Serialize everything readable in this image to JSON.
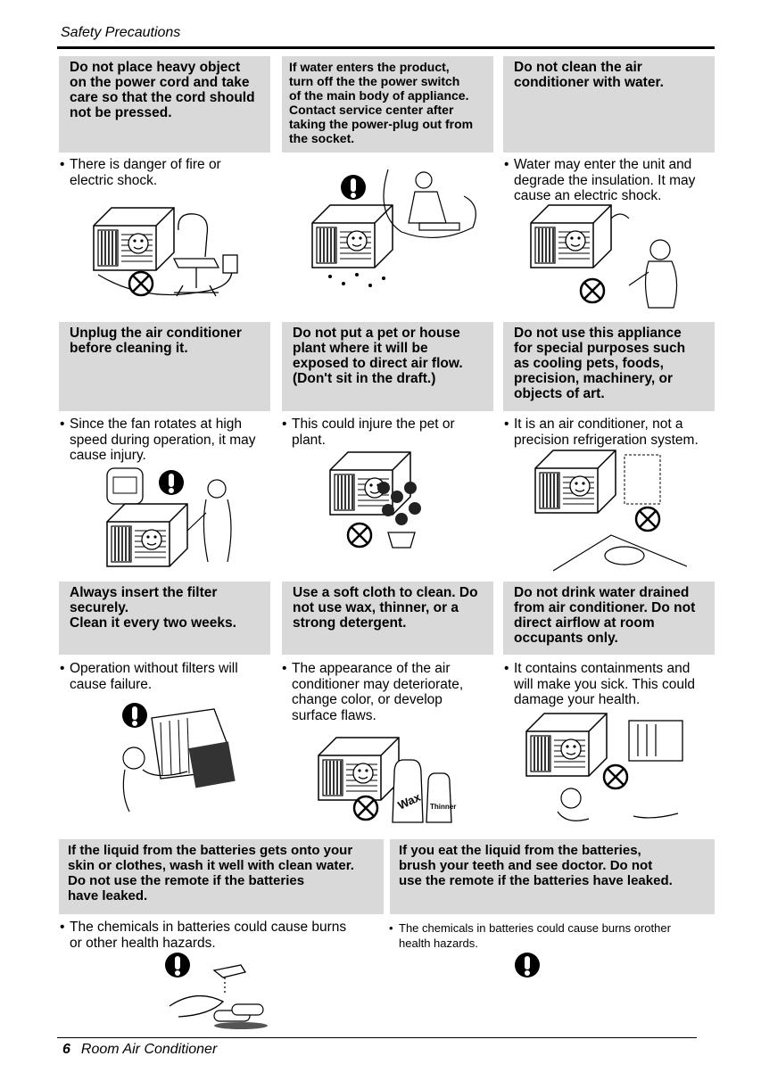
{
  "header": {
    "title": "Safety Precautions"
  },
  "rows": [
    {
      "cells": [
        {
          "warning": "Do not place heavy object\non the power cord and take\ncare so that the cord should\nnot be pressed.",
          "note": "There is danger of fire or\nelectric shock."
        },
        {
          "warning": "If water enters the product,\nturn off the the power switch\nof the main body of appliance.\nContact service center after\ntaking the power-plug out from\nthe socket.",
          "note": ""
        },
        {
          "warning": "Do not clean the air\nconditioner with water.",
          "note": "Water may enter the unit and\ndegrade the insulation. It may\ncause an electric shock."
        }
      ]
    },
    {
      "cells": [
        {
          "warning": "Unplug the air conditioner\nbefore cleaning it.",
          "note": "Since the fan rotates at high\nspeed during operation, it may\ncause injury."
        },
        {
          "warning": "Do not put a pet or house\nplant where it will be\nexposed to direct air flow.\n(Don't sit in the draft.)",
          "note": "This could injure the pet or\nplant."
        },
        {
          "warning": "Do not use this appliance\nfor special purposes such\nas cooling pets, foods,\nprecision, machinery, or\nobjects of art.",
          "note": "It is an air conditioner, not a\nprecision refrigeration system."
        }
      ]
    },
    {
      "cells": [
        {
          "warning": "Always insert the filter\nsecurely.\nClean it every two weeks.",
          "note": "Operation without filters will\ncause failure."
        },
        {
          "warning": "Use a soft cloth to clean. Do\nnot use wax, thinner, or a\nstrong detergent.",
          "note": "The appearance of the air\nconditioner may deteriorate,\nchange color, or develop\nsurface flaws."
        },
        {
          "warning": "Do not drink water drained\nfrom air conditioner. Do not\ndirect airflow at room\noccupants only.",
          "note": "It contains containments and\nwill make you sick. This could\ndamage your health."
        }
      ]
    },
    {
      "cells": [
        {
          "warning": "If the liquid from the batteries gets onto your\nskin or clothes, wash it well with clean water.\nDo not use the remote if the batteries\nhave leaked.",
          "note": "The chemicals in batteries could cause burns\nor other health hazards."
        },
        {
          "warning": "If you eat the liquid from the batteries,\nbrush your teeth and see doctor. Do not\nuse the remote if the batteries have leaked.",
          "note": "The chemicals in batteries could cause burns orother\nhealth hazards."
        }
      ]
    }
  ],
  "illustrations": {
    "wax_label": "Wax",
    "thinner_label": "Thinner"
  },
  "footer": {
    "page_number": "6",
    "title": "Room Air Conditioner"
  }
}
